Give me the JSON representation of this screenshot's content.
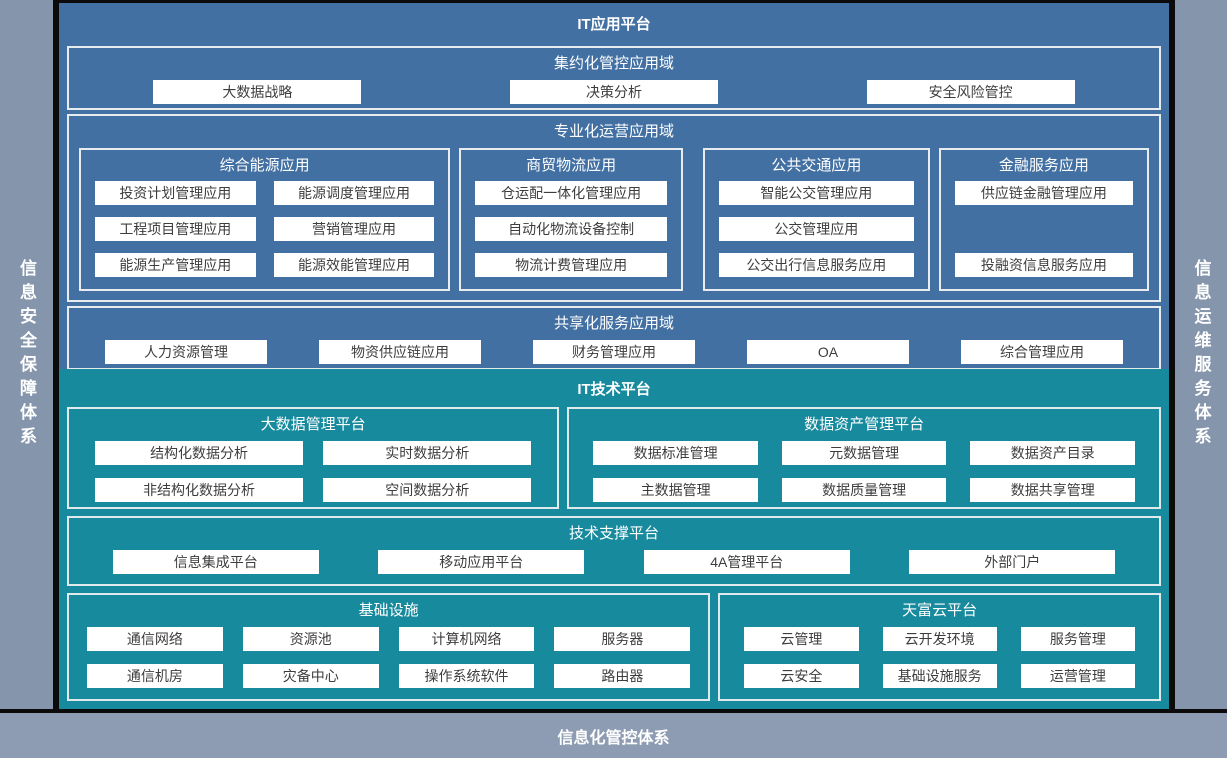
{
  "colors": {
    "app_blue": "#4270A3",
    "tech_teal": "#178A9D",
    "frame_gray": "#8495AC",
    "bottom_gray": "#8D9CB2",
    "divider_black": "#0b0b0b",
    "box_border_white": "#E8ECEF",
    "button_bg": "#FFFFFF",
    "button_text": "#3D3D3D"
  },
  "frame": {
    "left_label": "信息安全保障体系",
    "right_label": "信息运维服务体系",
    "bottom_label": "信息化管控体系"
  },
  "app": {
    "title": "IT应用平台",
    "intensive": {
      "title": "集约化管控应用域",
      "items": [
        "大数据战略",
        "决策分析",
        "安全风险管控"
      ]
    },
    "specialized": {
      "title": "专业化运营应用域",
      "energy": {
        "title": "综合能源应用",
        "items": [
          "投资计划管理应用",
          "能源调度管理应用",
          "工程项目管理应用",
          "营销管理应用",
          "能源生产管理应用",
          "能源效能管理应用"
        ]
      },
      "trade": {
        "title": "商贸物流应用",
        "items": [
          "仓运配一体化管理应用",
          "自动化物流设备控制",
          "物流计费管理应用"
        ]
      },
      "transit": {
        "title": "公共交通应用",
        "items": [
          "智能公交管理应用",
          "公交管理应用",
          "公交出行信息服务应用"
        ]
      },
      "finance": {
        "title": "金融服务应用",
        "items": [
          "供应链金融管理应用",
          "投融资信息服务应用"
        ]
      }
    },
    "shared": {
      "title": "共享化服务应用域",
      "items": [
        "人力资源管理",
        "物资供应链应用",
        "财务管理应用",
        "OA",
        "综合管理应用"
      ]
    }
  },
  "tech": {
    "title": "IT技术平台",
    "bigdata": {
      "title": "大数据管理平台",
      "items": [
        "结构化数据分析",
        "实时数据分析",
        "非结构化数据分析",
        "空间数据分析"
      ]
    },
    "dataasset": {
      "title": "数据资产管理平台",
      "items": [
        "数据标准管理",
        "元数据管理",
        "数据资产目录",
        "主数据管理",
        "数据质量管理",
        "数据共享管理"
      ]
    },
    "support": {
      "title": "技术支撑平台",
      "items": [
        "信息集成平台",
        "移动应用平台",
        "4A管理平台",
        "外部门户"
      ]
    },
    "infra": {
      "title": "基础设施",
      "items": [
        "通信网络",
        "资源池",
        "计算机网络",
        "服务器",
        "通信机房",
        "灾备中心",
        "操作系统软件",
        "路由器"
      ]
    },
    "cloud": {
      "title": "天富云平台",
      "items": [
        "云管理",
        "云开发环境",
        "服务管理",
        "云安全",
        "基础设施服务",
        "运营管理"
      ]
    }
  }
}
